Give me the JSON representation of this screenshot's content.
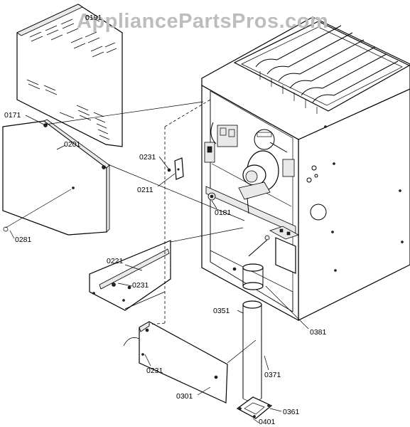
{
  "watermark": "AppliancePartsPros.com",
  "parts": {
    "p0191": "0191",
    "p0171": "0171",
    "p0201": "0201",
    "p0281": "0281",
    "p0231a": "0231",
    "p0211": "0211",
    "p0181": "0181",
    "p0221": "0221",
    "p0231b": "0231",
    "p0351": "0351",
    "p0381": "0381",
    "p0231c": "0231",
    "p0371": "0371",
    "p0301": "0301",
    "p0361": "0361",
    "p0401": "0401"
  }
}
